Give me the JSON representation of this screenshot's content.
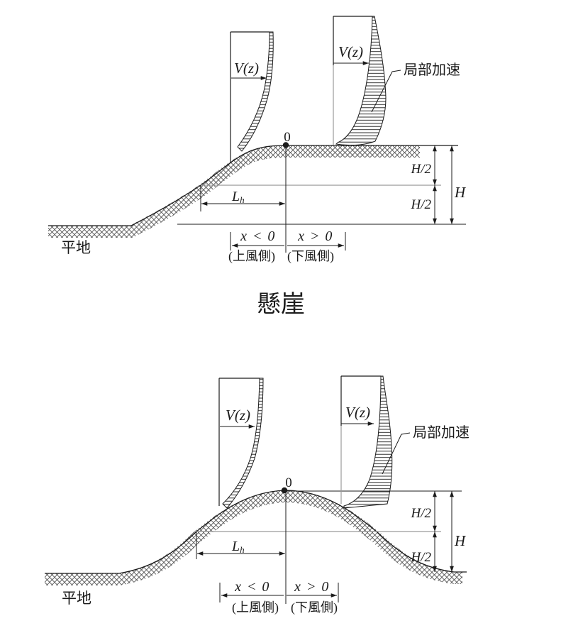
{
  "colors": {
    "line": "#1b1b1b",
    "reference_gray": "#9b9b9b",
    "hatch": "#4a4a4a",
    "background": "#ffffff"
  },
  "figure_escarpment": {
    "caption": "懸崖",
    "profile_left_label": "V(z)",
    "profile_right_label": "V(z)",
    "local_acceleration_label": "局部加速",
    "origin_label": "0",
    "dim_upper_half": "H/2",
    "dim_lower_half": "H/2",
    "dim_total": "H",
    "dim_length": "L",
    "dim_length_subscript": "h",
    "x_negative_label": "x < 0",
    "x_positive_label": "x > 0",
    "upwind_label": "(上風側)",
    "downwind_label": "(下風側)",
    "flat_ground_label": "平地"
  },
  "figure_hill": {
    "profile_left_label": "V(z)",
    "profile_right_label": "V(z)",
    "local_acceleration_label": "局部加速",
    "origin_label": "0",
    "dim_upper_half": "H/2",
    "dim_lower_half": "H/2",
    "dim_total": "H",
    "dim_length": "L",
    "dim_length_subscript": "h",
    "x_negative_label": "x < 0",
    "x_positive_label": "x > 0",
    "upwind_label": "(上風側)",
    "downwind_label": "(下風側)",
    "flat_ground_label": "平地"
  }
}
